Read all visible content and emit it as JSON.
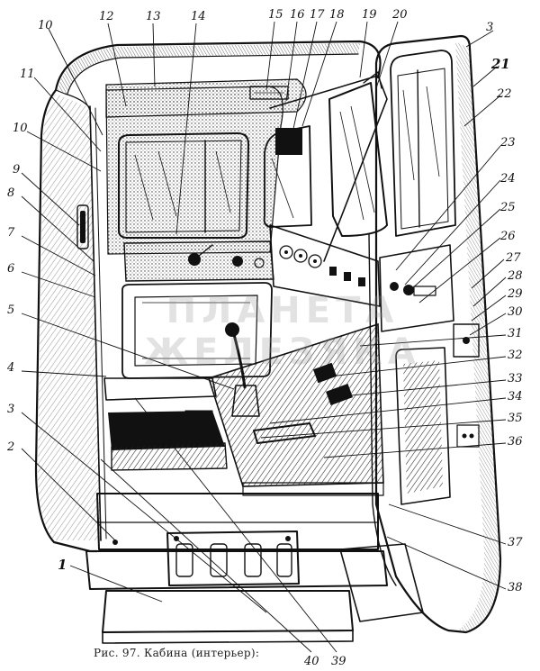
{
  "figure": {
    "caption": "Рис. 97. Кабина (интерьер):",
    "watermark": "ПЛАНЕТА ЖЕЛЕЗЯКА",
    "callouts": [
      {
        "id": "1",
        "text": "1"
      },
      {
        "id": "2",
        "text": "2"
      },
      {
        "id": "3a",
        "text": "3"
      },
      {
        "id": "3b",
        "text": "3"
      },
      {
        "id": "4",
        "text": "4"
      },
      {
        "id": "5",
        "text": "5"
      },
      {
        "id": "6",
        "text": "6"
      },
      {
        "id": "7",
        "text": "7"
      },
      {
        "id": "8",
        "text": "8"
      },
      {
        "id": "9",
        "text": "9"
      },
      {
        "id": "10a",
        "text": "10"
      },
      {
        "id": "10b",
        "text": "10"
      },
      {
        "id": "11",
        "text": "11"
      },
      {
        "id": "12",
        "text": "12"
      },
      {
        "id": "13",
        "text": "13"
      },
      {
        "id": "14",
        "text": "14"
      },
      {
        "id": "15",
        "text": "15"
      },
      {
        "id": "16",
        "text": "16"
      },
      {
        "id": "17",
        "text": "17"
      },
      {
        "id": "18",
        "text": "18"
      },
      {
        "id": "19",
        "text": "19"
      },
      {
        "id": "20",
        "text": "20"
      },
      {
        "id": "21",
        "text": "21"
      },
      {
        "id": "22",
        "text": "22"
      },
      {
        "id": "23",
        "text": "23"
      },
      {
        "id": "24",
        "text": "24"
      },
      {
        "id": "25",
        "text": "25"
      },
      {
        "id": "26",
        "text": "26"
      },
      {
        "id": "27",
        "text": "27"
      },
      {
        "id": "28",
        "text": "28"
      },
      {
        "id": "29",
        "text": "29"
      },
      {
        "id": "30",
        "text": "30"
      },
      {
        "id": "31",
        "text": "31"
      },
      {
        "id": "32",
        "text": "32"
      },
      {
        "id": "33",
        "text": "33"
      },
      {
        "id": "34",
        "text": "34"
      },
      {
        "id": "35",
        "text": "35"
      },
      {
        "id": "36",
        "text": "36"
      },
      {
        "id": "37",
        "text": "37"
      },
      {
        "id": "38",
        "text": "38"
      },
      {
        "id": "39",
        "text": "39"
      },
      {
        "id": "40",
        "text": "40"
      }
    ]
  }
}
